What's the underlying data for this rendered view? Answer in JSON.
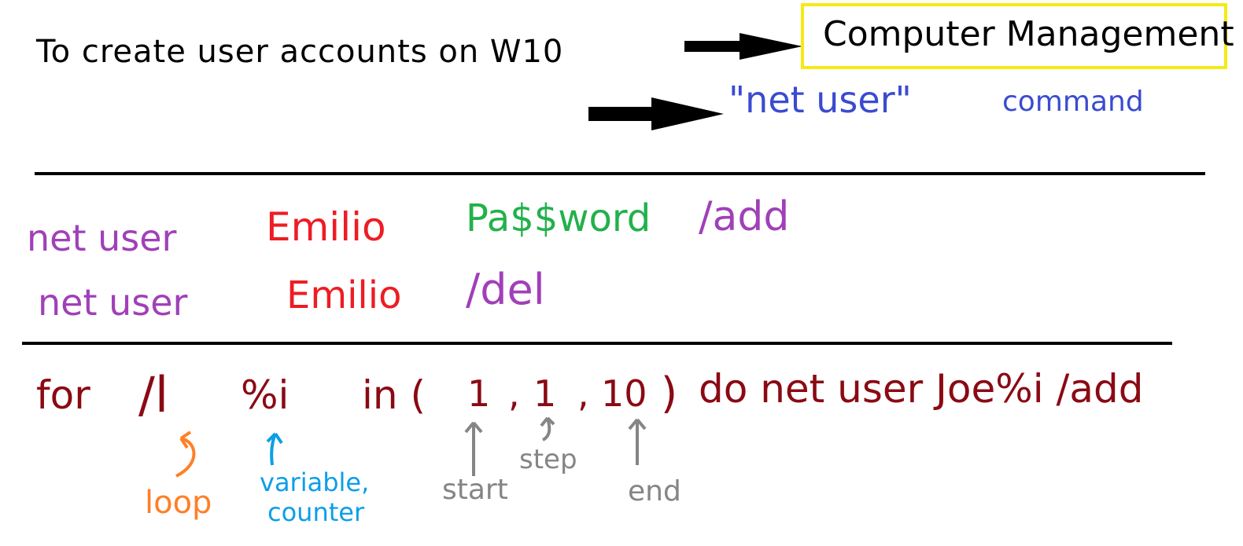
{
  "colors": {
    "black": "#000000",
    "blue": "#3a4bd0",
    "purple": "#a040b8",
    "red": "#ee1c24",
    "green": "#22b14c",
    "darkred": "#8a0a14",
    "orange": "#ff7f27",
    "cyan": "#0c9ee8",
    "gray": "#858585",
    "highlight": "#f5ea14"
  },
  "header": {
    "intro": "To create user accounts on W10",
    "option1": "Computer Management",
    "option2_cmd": "\"net user\"",
    "option2_word": "command"
  },
  "add_line": {
    "cmd": "net user",
    "name": "Emilio",
    "password": "Pa$$word",
    "flag": "/add"
  },
  "del_line": {
    "cmd": "net user",
    "name": "Emilio",
    "flag": "/del"
  },
  "loop_line": {
    "for": "for",
    "switch": "/l",
    "var": "%i",
    "in": "in (",
    "start": "1",
    "step": "1",
    "end": "10",
    "close": ")",
    "rest": "do net user Joe%i /add"
  },
  "annotations": {
    "loop": "loop",
    "variable": "variable,",
    "counter": "counter",
    "start": "start",
    "step": "step",
    "end": "end"
  }
}
